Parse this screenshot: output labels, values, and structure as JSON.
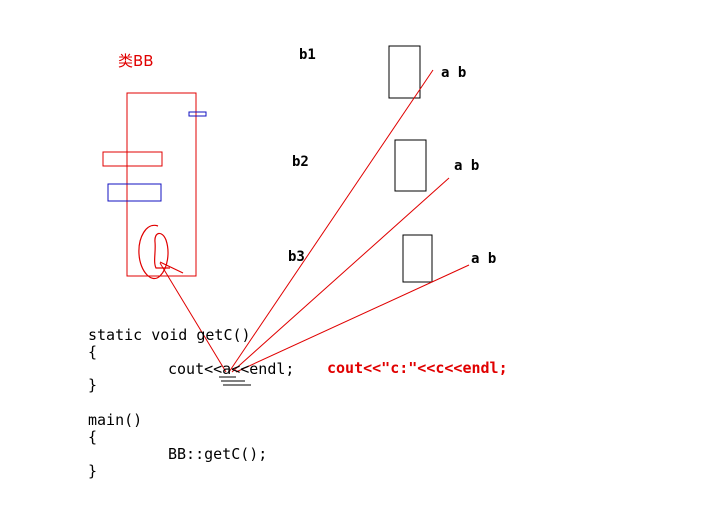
{
  "class_title": "类BB",
  "objects": [
    {
      "label": "b1",
      "fields": "a b"
    },
    {
      "label": "b2",
      "fields": "a b"
    },
    {
      "label": "b3",
      "fields": "a b"
    }
  ],
  "code": {
    "line1": "static void getC()",
    "line2": "{",
    "line3": "cout<<a<<endl;",
    "line4": "}",
    "line5": "main()",
    "line6": "{",
    "line7": "BB::getC();",
    "line8": "}",
    "annotation": "cout<<\"c:\"<<c<<endl;"
  },
  "colors": {
    "red": "#e00000",
    "blue": "#1010c0",
    "black": "#000000"
  }
}
